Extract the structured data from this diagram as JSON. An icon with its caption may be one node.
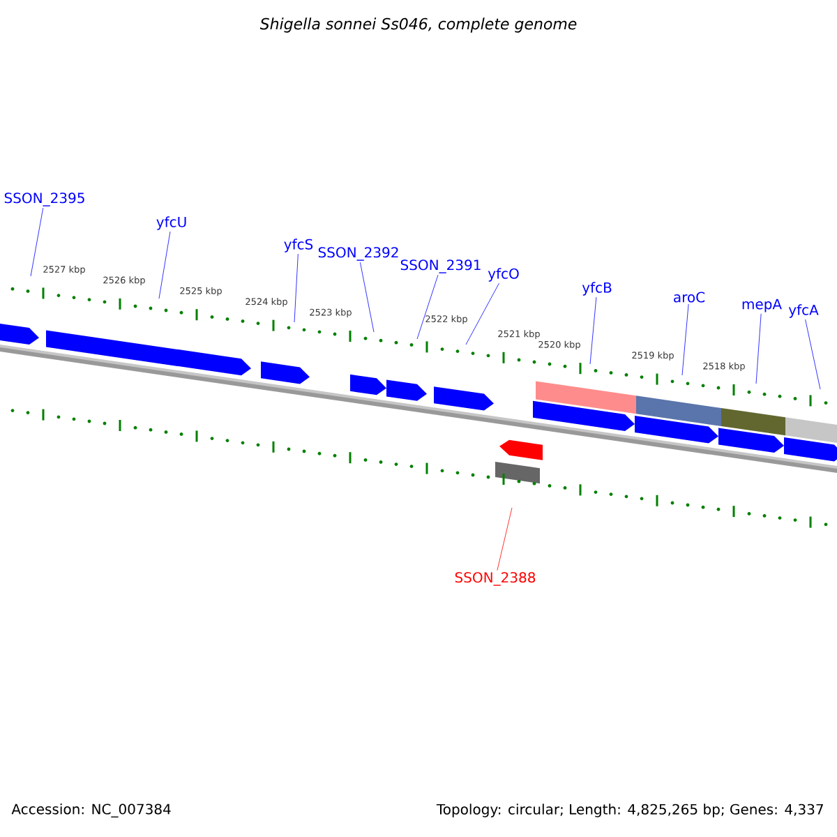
{
  "diagram": {
    "title": "Shigella sonnei Ss046, complete genome",
    "nodes": [
      {
        "text": [
          "SSON_2395"
        ]
      },
      {
        "text": [
          "yfcU"
        ]
      },
      {
        "text": [
          "yfcS"
        ]
      },
      {
        "text": [
          "SSON_2392"
        ]
      },
      {
        "text": [
          "SSON_2391"
        ]
      },
      {
        "text": [
          "yfcO"
        ]
      },
      {
        "text": [
          "yfcB"
        ]
      },
      {
        "text": [
          "aroC"
        ]
      },
      {
        "text": [
          "mepA"
        ]
      },
      {
        "text": [
          "yfcA"
        ]
      },
      {
        "text": [
          "SSON_2388"
        ]
      }
    ],
    "edges": [
      {
        "from": 0,
        "to": null,
        "arrow": "none"
      },
      {
        "from": 1,
        "to": null,
        "arrow": "none"
      },
      {
        "from": 2,
        "to": null,
        "arrow": "none"
      },
      {
        "from": 3,
        "to": null,
        "arrow": "none"
      },
      {
        "from": 4,
        "to": null,
        "arrow": "none"
      },
      {
        "from": 5,
        "to": null,
        "arrow": "none"
      },
      {
        "from": 6,
        "to": null,
        "arrow": "none"
      },
      {
        "from": 7,
        "to": null,
        "arrow": "none"
      },
      {
        "from": 8,
        "to": null,
        "arrow": "none"
      },
      {
        "from": 9,
        "to": null,
        "arrow": "none"
      },
      {
        "from": 10,
        "to": null,
        "arrow": "none",
        "color": "#ff0000"
      }
    ],
    "labels": [
      "2527 kbp",
      "2526 kbp",
      "2525 kbp",
      "2524 kbp",
      "2523 kbp",
      "2522 kbp",
      "2521 kbp",
      "2520 kbp",
      "2519 kbp",
      "2518 kbp",
      "Accession: NC_007384",
      "Topology: circular; Length: 4,825,265 bp; Genes: 4,337"
    ]
  }
}
